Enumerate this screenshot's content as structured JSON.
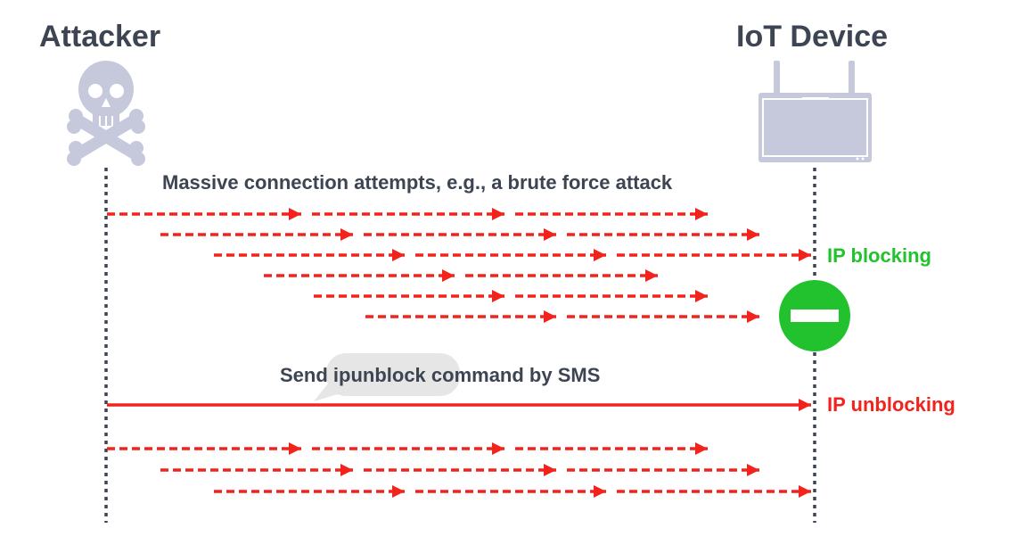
{
  "participants": {
    "attacker": {
      "label": "Attacker",
      "icon": "skull-crossbones-icon"
    },
    "device": {
      "label": "IoT Device",
      "icon": "router-icon"
    }
  },
  "messages": {
    "attack_caption": "Massive connection attempts, e.g., a brute force attack",
    "sms_caption": "Send ipunblock command by SMS"
  },
  "status": {
    "blocking": "IP blocking",
    "unblocking": "IP unblocking",
    "block_icon": "no-entry-icon"
  },
  "colors": {
    "title_text": "#3d4452",
    "attack_arrow": "#f2231d",
    "blocking": "#22c22e",
    "unblocking": "#f2231d",
    "icon_fill": "#c6c8dc",
    "lifeline": "#3d4452",
    "speech_bubble": "#e6e6e6"
  }
}
